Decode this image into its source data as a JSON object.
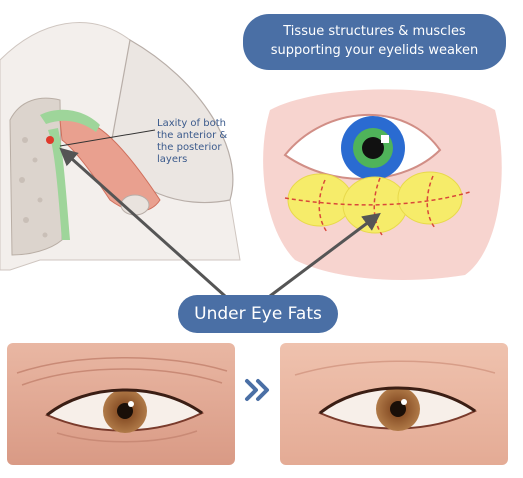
{
  "callouts": {
    "top_line1": "Tissue structures & muscles",
    "top_line2": "supporting your eyelids weaken",
    "under_eye_fats": "Under Eye Fats"
  },
  "anatomy": {
    "laxity_line1": "Laxity of both",
    "laxity_line2": "the anterior &",
    "laxity_line3": "the posterior",
    "laxity_line4": "layers"
  },
  "colors": {
    "pill": "#4a6fa5",
    "fat": "#f6ec6a",
    "skin": "#f5c9c4",
    "iris_blue": "#2a6bd1",
    "iris_brown": "#a86a3a",
    "arrow": "#555555"
  },
  "icons": {
    "before_after_arrow": "double-chevron-right-icon"
  }
}
